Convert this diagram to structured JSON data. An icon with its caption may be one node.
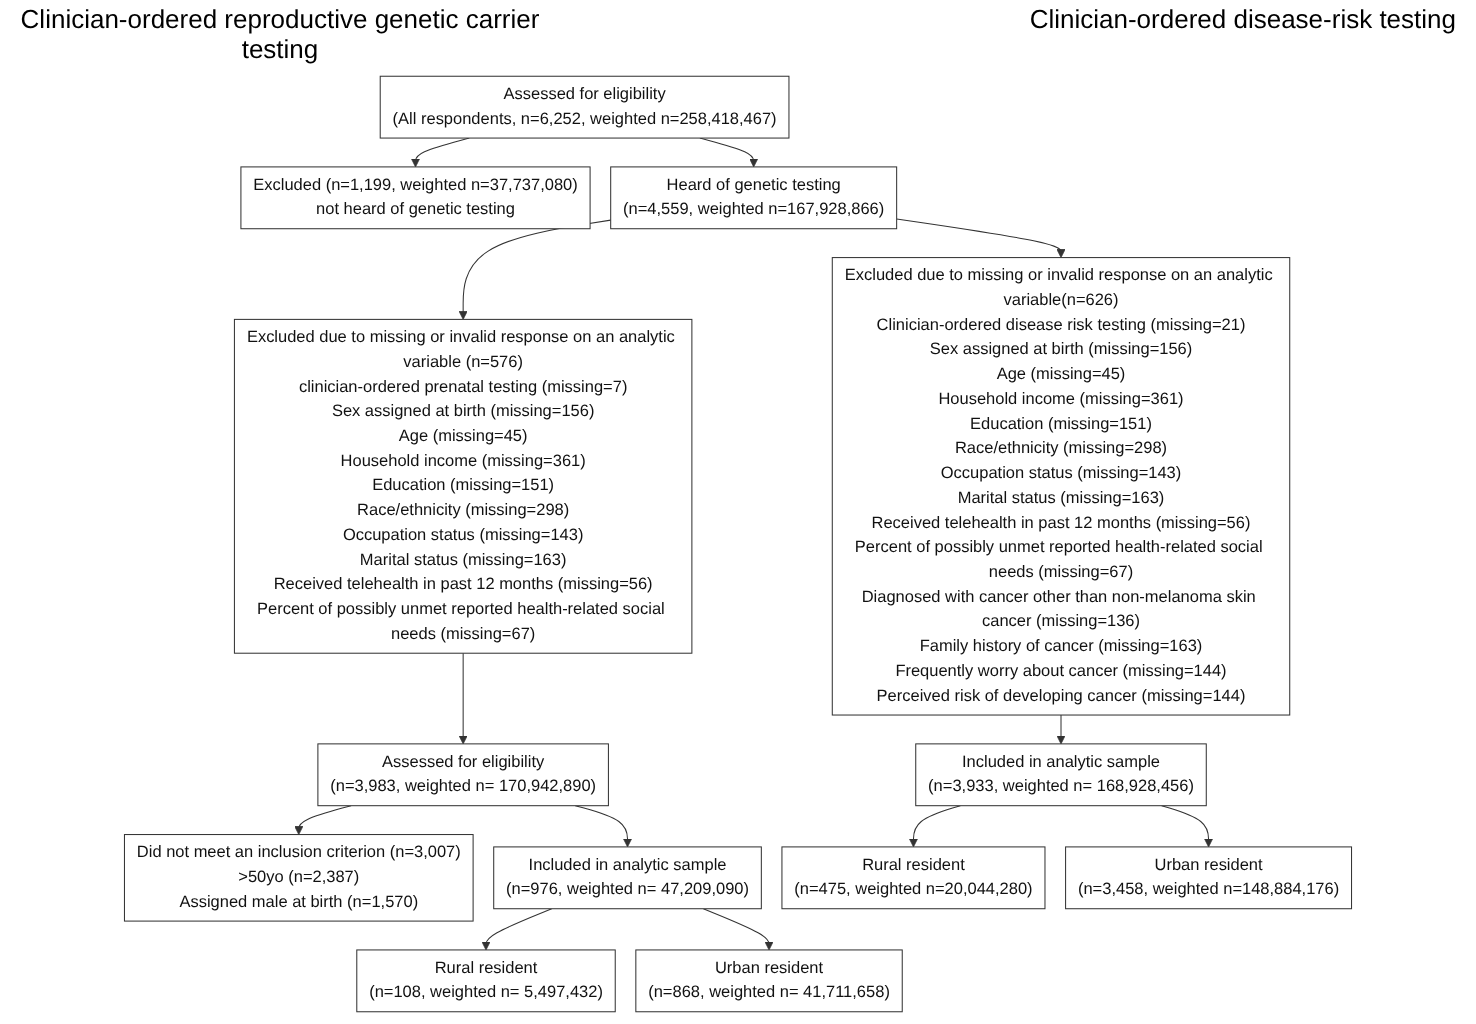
{
  "diagram": {
    "nodes": [
      {
        "text": [
          "Assessed for eligibility",
          "(All respondents, n=6,252, weighted n=258,418,467)"
        ]
      },
      {
        "text": [
          "Excluded (n=1,199, weighted n=37,737,080)",
          "not heard of genetic testing"
        ]
      },
      {
        "text": [
          "Heard of genetic testing",
          "(n=4,559, weighted n=167,928,866)"
        ]
      },
      {
        "text": [
          "Excluded due to missing or invalid response on an analytic variable (n=576)",
          "clinician-ordered prenatal testing (missing=7)",
          "Sex assigned at birth (missing=156)",
          "Age (missing=45)",
          "Household income (missing=361)",
          "Education (missing=151)",
          "Race/ethnicity (missing=298)",
          "Occupation status (missing=143)",
          "Marital status (missing=163)",
          "Received telehealth in past 12 months (missing=56)",
          "Percent of possibly unmet reported health-related social needs (missing=67)"
        ]
      },
      {
        "text": [
          "Assessed for eligibility",
          "(n=3,983, weighted n= 170,942,890)"
        ]
      },
      {
        "text": [
          "Did not meet an inclusion criterion (n=3,007)",
          ">50yo (n=2,387)",
          "Assigned male at birth (n=1,570)"
        ]
      },
      {
        "text": [
          "Included in analytic sample",
          "(n=976, weighted n= 47,209,090)"
        ]
      },
      {
        "text": [
          "Rural resident",
          "(n=108, weighted n= 5,497,432)"
        ]
      },
      {
        "text": [
          "Urban resident",
          "(n=868, weighted n= 41,711,658)"
        ]
      },
      {
        "text": [
          "Excluded due to missing or invalid response on an analytic variable(n=626)",
          "Clinician-ordered disease risk testing (missing=21)",
          "Sex assigned at birth (missing=156)",
          "Age (missing=45)",
          "Household income (missing=361)",
          "Education (missing=151)",
          "Race/ethnicity (missing=298)",
          "Occupation status (missing=143)",
          "Marital status (missing=163)",
          "Received telehealth in past 12 months (missing=56)",
          "Percent of possibly unmet reported health-related social needs (missing=67)",
          "Diagnosed with cancer other than non-melanoma skin cancer (missing=136)",
          "Family history of cancer (missing=163)",
          "Frequently worry about cancer (missing=144)",
          "Perceived risk of developing cancer (missing=144)"
        ]
      },
      {
        "text": [
          "Included in analytic sample",
          "(n=3,933, weighted n= 168,928,456)"
        ]
      },
      {
        "text": [
          "Rural resident",
          "(n=475, weighted n=20,044,280)"
        ]
      },
      {
        "text": [
          "Urban resident",
          "(n=3,458, weighted n=148,884,176)"
        ]
      }
    ],
    "edges": [
      {
        "from": 0,
        "to": 1,
        "arrow": "to"
      },
      {
        "from": 0,
        "to": 2,
        "arrow": "to"
      },
      {
        "from": 2,
        "to": 3,
        "arrow": "to"
      },
      {
        "from": 2,
        "to": 9,
        "arrow": "to"
      },
      {
        "from": 3,
        "to": 4,
        "arrow": "to"
      },
      {
        "from": 4,
        "to": 5,
        "arrow": "to"
      },
      {
        "from": 4,
        "to": 6,
        "arrow": "to"
      },
      {
        "from": 6,
        "to": 7,
        "arrow": "to"
      },
      {
        "from": 6,
        "to": 8,
        "arrow": "to"
      },
      {
        "from": 9,
        "to": 10,
        "arrow": "to"
      },
      {
        "from": 10,
        "to": 11,
        "arrow": "to"
      },
      {
        "from": 10,
        "to": 12,
        "arrow": "to"
      }
    ],
    "labels": [
      "Clinician-ordered reproductive genetic carrier testing",
      "Clinician-ordered disease-risk testing"
    ]
  }
}
